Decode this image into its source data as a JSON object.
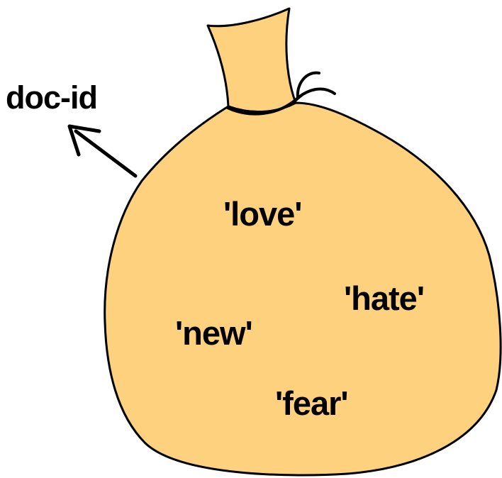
{
  "diagram": {
    "bag_label": "doc-id",
    "words": [
      "'love'",
      "'hate'",
      "'new'",
      "'fear'"
    ]
  },
  "colors": {
    "bag_fill": "#FDD17E",
    "outline": "#000000",
    "background": "#FFFFFF"
  },
  "icons": {
    "bag": "sack-icon",
    "arrow": "arrow-up-left-icon"
  }
}
